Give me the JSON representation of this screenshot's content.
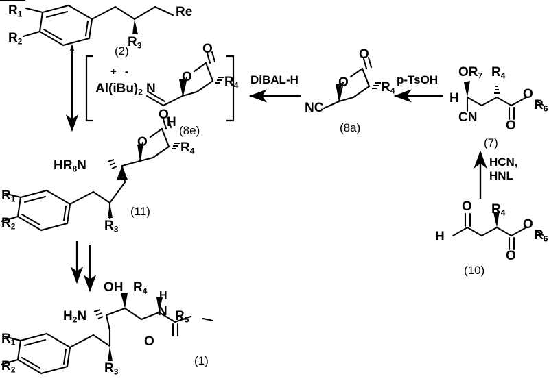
{
  "diagram": {
    "title": "Synthetic reaction scheme",
    "type": "chemical-reaction-scheme",
    "background": "#ffffff",
    "ink": "#000000"
  },
  "compounds": {
    "c2": {
      "label": "(2)",
      "substituents": {
        "r1": "R",
        "r1sub": "1",
        "r2": "R",
        "r2sub": "2",
        "r3": "R",
        "r3sub": "3",
        "re": "Re"
      }
    },
    "c8e": {
      "label": "(8e)",
      "bracketed": true,
      "aluminum": "Al(iBu)",
      "aluminum_sub": "2",
      "plus": "+",
      "minus": "-",
      "n": "N",
      "h": "H",
      "o_ring": "O",
      "o_carbonyl": "O",
      "r4": "R",
      "r4sub": "4"
    },
    "c8a": {
      "label": "(8a)",
      "nitrile": "NC",
      "o_ring": "O",
      "o_carbonyl": "O",
      "r4": "R",
      "r4sub": "4"
    },
    "c7": {
      "label": "(7)",
      "or7": "OR",
      "or7sub": "7",
      "h": "H",
      "cn": "CN",
      "r4": "R",
      "r4sub": "4",
      "o_ester": "O",
      "o_carbonyl": "O",
      "r6": "R",
      "r6sub": "6"
    },
    "c10": {
      "label": "(10)",
      "h": "H",
      "o_aldehyde": "O",
      "r4": "R",
      "r4sub": "4",
      "o_ester": "O",
      "o_carbonyl": "O",
      "r6": "R",
      "r6sub": "6"
    },
    "c11": {
      "label": "(11)",
      "amine": "HR",
      "amine_sub": "8",
      "amine_n": "N",
      "o_ring": "O",
      "o_carbonyl": "O",
      "r4": "R",
      "r4sub": "4",
      "r1": "R",
      "r1sub": "1",
      "r2": "R",
      "r2sub": "2",
      "r3": "R",
      "r3sub": "3"
    },
    "c1": {
      "label": "(1)",
      "amine": "H",
      "amine_sub": "2",
      "amine_n": "N",
      "oh": "OH",
      "r4": "R",
      "r4sub": "4",
      "amide_h": "H",
      "amide_n": "N",
      "r5": "R",
      "r5sub": "5",
      "o_carbonyl": "O",
      "r1": "R",
      "r1sub": "1",
      "r2": "R",
      "r2sub": "2",
      "r3": "R",
      "r3sub": "3"
    }
  },
  "reagents": {
    "dibal": "DiBAL-H",
    "ptsoh": "p-TsOH",
    "hcn": "HCN,",
    "hnl": "HNL"
  }
}
